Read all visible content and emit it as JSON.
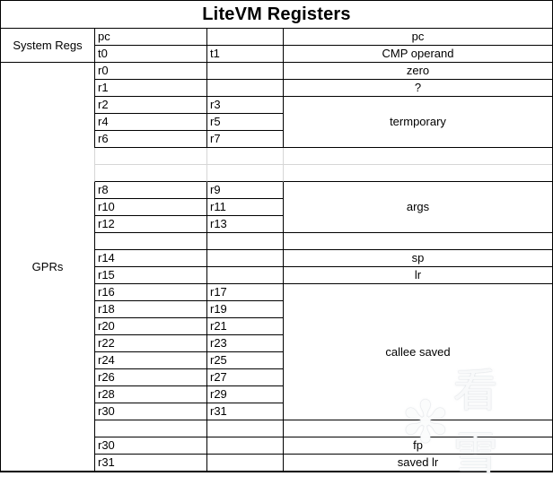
{
  "title": "LiteVM Registers",
  "groups": {
    "system_regs": "System Regs",
    "gprs": "GPRs"
  },
  "rows": [
    {
      "b": "pc",
      "c": "",
      "d": "pc"
    },
    {
      "b": "t0",
      "c": "t1",
      "d": "CMP operand"
    },
    {
      "b": "r0",
      "c": "",
      "d": "zero"
    },
    {
      "b": "r1",
      "c": "",
      "d": "?"
    },
    {
      "b": "r2",
      "c": "r3",
      "d": "termporary"
    },
    {
      "b": "r4",
      "c": "r5"
    },
    {
      "b": "r6",
      "c": "r7"
    },
    {
      "b": "",
      "c": "",
      "d": ""
    },
    {
      "b": "",
      "c": "",
      "d": ""
    },
    {
      "b": "r8",
      "c": "r9",
      "d": "args"
    },
    {
      "b": "r10",
      "c": "r11"
    },
    {
      "b": "r12",
      "c": "r13"
    },
    {
      "b": "",
      "c": "",
      "d": ""
    },
    {
      "b": "r14",
      "c": "",
      "d": "sp"
    },
    {
      "b": "r15",
      "c": "",
      "d": "lr"
    },
    {
      "b": "r16",
      "c": "r17",
      "d": "callee saved"
    },
    {
      "b": "r18",
      "c": "r19"
    },
    {
      "b": "r20",
      "c": "r21"
    },
    {
      "b": "r22",
      "c": "r23"
    },
    {
      "b": "r24",
      "c": "r25"
    },
    {
      "b": "r26",
      "c": "r27"
    },
    {
      "b": "r28",
      "c": "r29"
    },
    {
      "b": "r30",
      "c": "r31"
    },
    {
      "b": "",
      "c": "",
      "d": ""
    },
    {
      "b": "r30",
      "c": "",
      "d": "fp"
    },
    {
      "b": "r31",
      "c": "",
      "d": "saved lr"
    }
  ],
  "watermark": {
    "icon": "snowflake",
    "text": "看雪"
  },
  "colors": {
    "border": "#000000",
    "light_gridline": "#d6d6d6",
    "watermark": "#ffffff"
  }
}
